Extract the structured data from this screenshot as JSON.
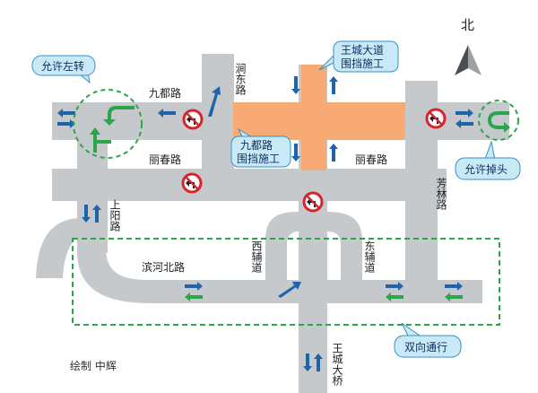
{
  "compass": {
    "label": "北"
  },
  "roads": {
    "jiudu": "九都路",
    "lichun_west": "丽春路",
    "lichun_east": "丽春路",
    "jiandong": "涧东路",
    "shangyang": "上阳路",
    "binhe_north": "滨河北路",
    "xifu": "西辅道",
    "dongfu": "东辅道",
    "fanglin": "芳林路",
    "wangcheng_bridge": "王城大桥"
  },
  "callouts": {
    "wangcheng_construction": [
      "王城大道",
      "围挡施工"
    ],
    "jiudu_construction": [
      "九都路",
      "围挡施工"
    ],
    "allow_left_turn": "允许左转",
    "allow_u_turn": "允许掉头",
    "two_way": "双向通行"
  },
  "credit": "绘制  中辉",
  "colors": {
    "road": "#c6c9cc",
    "closure": "#f8aa74",
    "arrow_blue": "#1f63a8",
    "arrow_green": "#2aa54a",
    "bubble_fill": "#c9e9f7",
    "dashed_green": "#2aa54a"
  },
  "icons": {
    "no_left_turn": "no-left-turn-sign",
    "north_arrow": "north-arrow-icon"
  }
}
